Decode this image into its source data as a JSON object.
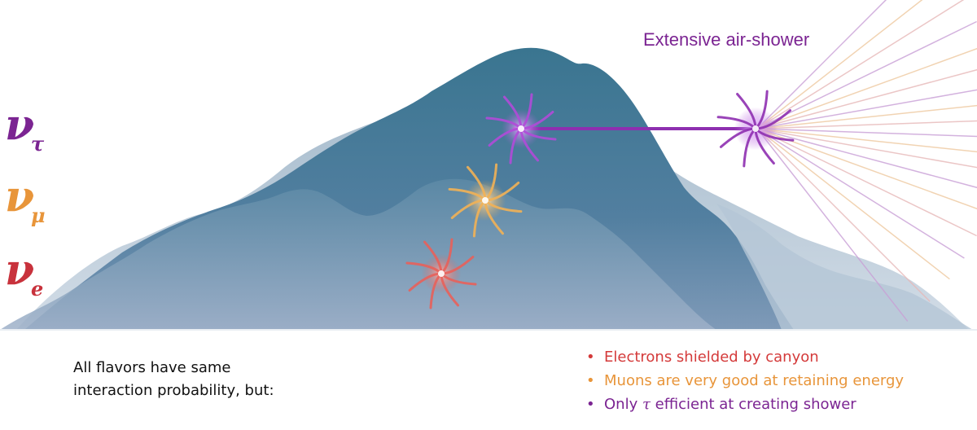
{
  "labels": {
    "shower_title": "Extensive air-shower",
    "nu_tau": {
      "symbol": "ν",
      "sub": "τ",
      "color": "#7b2492"
    },
    "nu_mu": {
      "symbol": "ν",
      "sub": "μ",
      "color": "#e8953a"
    },
    "nu_e": {
      "symbol": "ν",
      "sub": "e",
      "color": "#c8323c"
    }
  },
  "note": {
    "line1": "All flavors have same",
    "line2": "interaction probability, but:"
  },
  "bullets": [
    {
      "text": "Electrons shielded by canyon",
      "color": "#d43a3a"
    },
    {
      "text": "Muons are very good at retaining energy",
      "color": "#e8953a"
    },
    {
      "prefix": "Only ",
      "symbol": "τ",
      "text": " efficient at creating shower",
      "color": "#7b2492"
    }
  ],
  "colors": {
    "mountain_dark": "#3f7690",
    "mountain_light": "#6d8fa8",
    "mountain_back": "#9cb3c6",
    "tau": "#8e2fb0",
    "mu": "#e8953a",
    "e": "#d9423f"
  },
  "icons": {
    "interaction": "starburst-icon",
    "shower": "ray-fan-icon"
  }
}
